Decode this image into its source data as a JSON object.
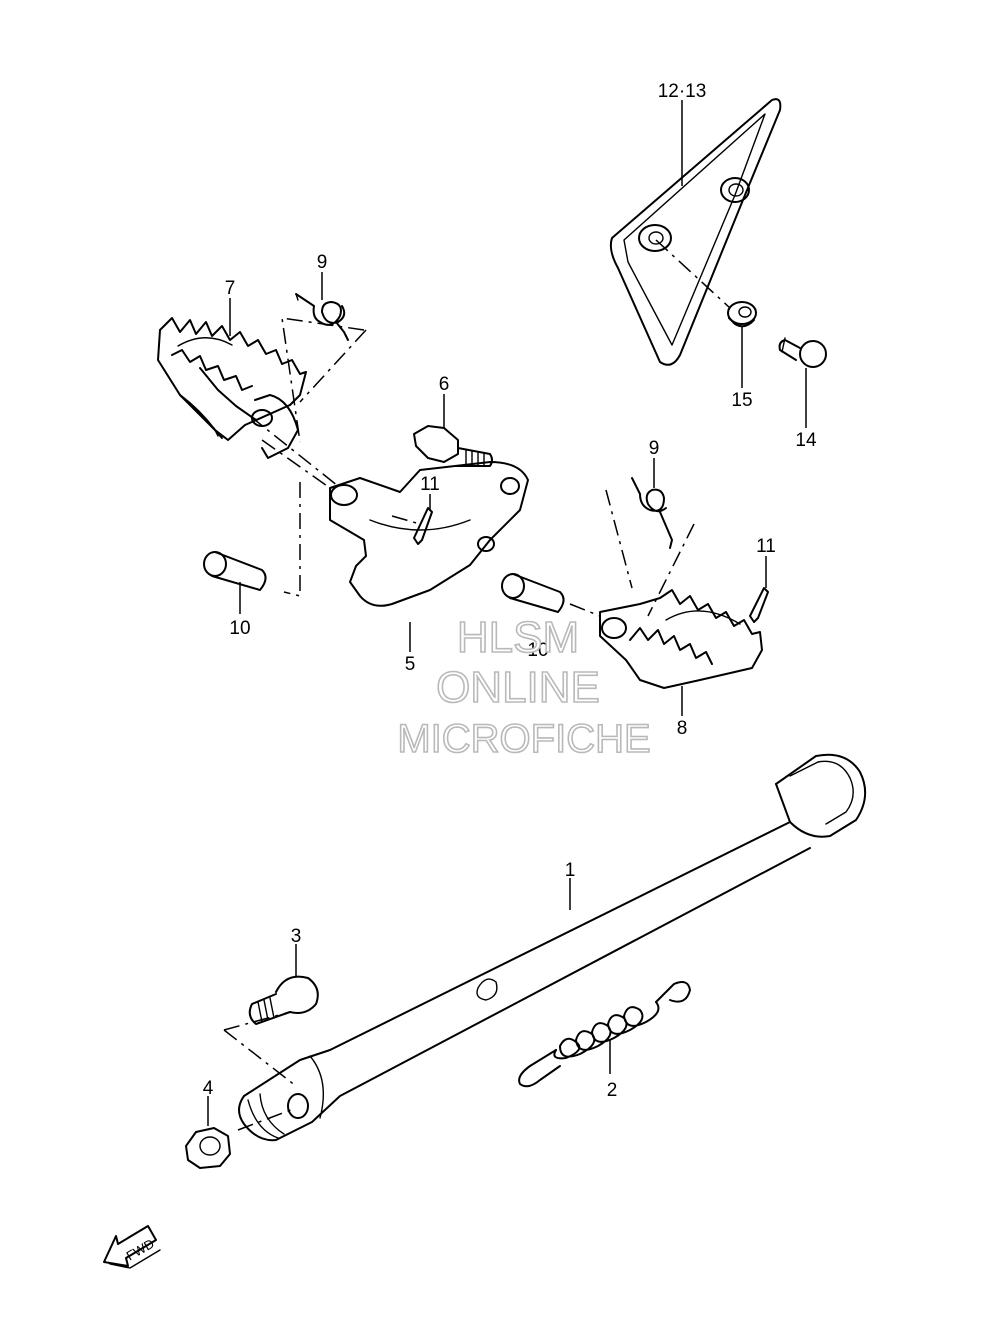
{
  "callouts": [
    {
      "id": "1",
      "label": "1"
    },
    {
      "id": "2",
      "label": "2"
    },
    {
      "id": "3",
      "label": "3"
    },
    {
      "id": "4",
      "label": "4"
    },
    {
      "id": "5",
      "label": "5"
    },
    {
      "id": "6",
      "label": "6"
    },
    {
      "id": "7",
      "label": "7"
    },
    {
      "id": "8",
      "label": "8"
    },
    {
      "id": "9a",
      "label": "9"
    },
    {
      "id": "9b",
      "label": "9"
    },
    {
      "id": "10a",
      "label": "10"
    },
    {
      "id": "10b",
      "label": "10"
    },
    {
      "id": "11a",
      "label": "11"
    },
    {
      "id": "11b",
      "label": "11"
    },
    {
      "id": "12-13",
      "label": "12·13"
    },
    {
      "id": "14",
      "label": "14"
    },
    {
      "id": "15",
      "label": "15"
    }
  ],
  "watermark": {
    "line1": "HLSM",
    "line2": "ONLINE",
    "line3": "MICROFICHE"
  },
  "direction_indicator": {
    "label": "FWD",
    "icon": "arrow-left-down-icon"
  }
}
